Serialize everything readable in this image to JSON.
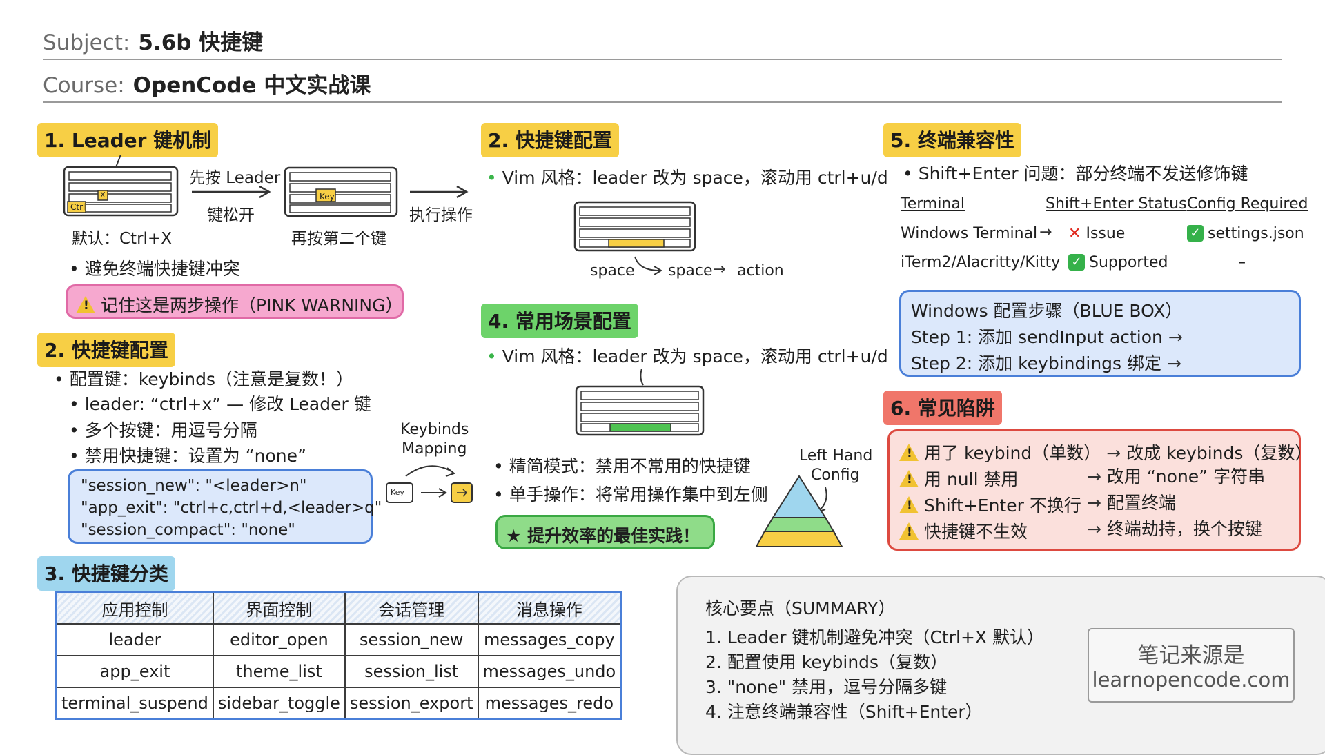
{
  "header": {
    "subject_label": "Subject:",
    "subject_value": "5.6b 快捷键",
    "course_label": "Course:",
    "course_value": "OpenCode 中文实战课"
  },
  "s1": {
    "title": "1. Leader 键机制",
    "step1_top": "先按 Leader",
    "step1_bottom": "键松开",
    "step2_caption": "再按第二个键",
    "step3": "执行操作",
    "default_label": "默认：Ctrl+X",
    "ctrl_key": "Ctrl",
    "x_key": "X",
    "key_key": "Key",
    "bullet": "避免终端快捷键冲突",
    "warning": "记住这是两步操作（PINK WARNING）"
  },
  "s2a": {
    "title": "2. 快捷键配置",
    "b1": "配置键：keybinds（注意是复数！）",
    "b2": "leader: “ctrl+x” — 修改 Leader 键",
    "b3": "多个按键：用逗号分隔",
    "b4": "禁用快捷键：设置为 “none”",
    "code1": "\"session_new\": \"<leader>n\"",
    "code2": "\"app_exit\": \"ctrl+c,ctrl+d,<leader>q\"",
    "code3": "\"session_compact\": \"none\"",
    "mapping_line1": "Keybinds",
    "mapping_line2": "Mapping",
    "mapping_key": "Key"
  },
  "s2b": {
    "title": "2. 快捷键配置",
    "bullet": "Vim 风格：leader 改为 space，滚动用 ctrl+u/d",
    "space1": "space",
    "space2": "space",
    "action": "action"
  },
  "s4": {
    "title": "4. 常用场景配置",
    "bullet": "Vim 风格：leader 改为 space，滚动用 ctrl+u/d",
    "b2": "精简模式：禁用不常用的快捷键",
    "b3": "单手操作：将常用操作集中到左侧",
    "best": "★ 提升效率的最佳实践！",
    "lh1": "Left Hand",
    "lh2": "Config"
  },
  "s5": {
    "title": "5. 终端兼容性",
    "bullet": "Shift+Enter 问题：部分终端不发送修饰键",
    "col1": "Terminal",
    "col2": "Shift+Enter Status",
    "col3": "Config Required",
    "r1c1": "Windows Terminal",
    "r1c2": "Issue",
    "r1c3": "settings.json",
    "r2c1": "iTerm2/Alacritty/Kitty",
    "r2c2": "Supported",
    "r2c3": "–",
    "box_title": "Windows 配置步骤（BLUE BOX）",
    "step1": "Step 1: 添加 sendInput action",
    "step2": "Step 2: 添加 keybindings 绑定"
  },
  "s6": {
    "title": "6. 常见陷阱",
    "p1a": "用了 keybind（单数）",
    "p1b": "改成 keybinds（复数）",
    "p2a": "用 null 禁用",
    "p2b": "改用 “none” 字符串",
    "p3a": "Shift+Enter 不换行",
    "p3b": "配置终端",
    "p4a": "快捷键不生效",
    "p4b": "终端劫持，换个按键"
  },
  "s3": {
    "title": "3. 快捷键分类",
    "headers": [
      "应用控制",
      "界面控制",
      "会话管理",
      "消息操作"
    ],
    "rows": [
      [
        "leader",
        "editor_open",
        "session_new",
        "messages_copy"
      ],
      [
        "app_exit",
        "theme_list",
        "session_list",
        "messages_undo"
      ],
      [
        "terminal_suspend",
        "sidebar_toggle",
        "session_export",
        "messages_redo"
      ]
    ]
  },
  "summary": {
    "title": "核心要点（SUMMARY）",
    "i1": "1. Leader 键机制避免冲突（Ctrl+X 默认）",
    "i2": "2. 配置使用 keybinds（复数）",
    "i3": "3. \"none\" 禁用，逗号分隔多键",
    "i4": "4. 注意终端兼容性（Shift+Enter）",
    "source1": "笔记来源是",
    "source2": "learnopencode.com"
  },
  "colors": {
    "yellow_tag": "#f7cf45",
    "green_tag": "#6dd36a",
    "blue_tag": "#9fd6ee",
    "red_tag": "#f0766a",
    "pink_box": "#f6a8cf",
    "blue_box": "#dce8fb"
  }
}
